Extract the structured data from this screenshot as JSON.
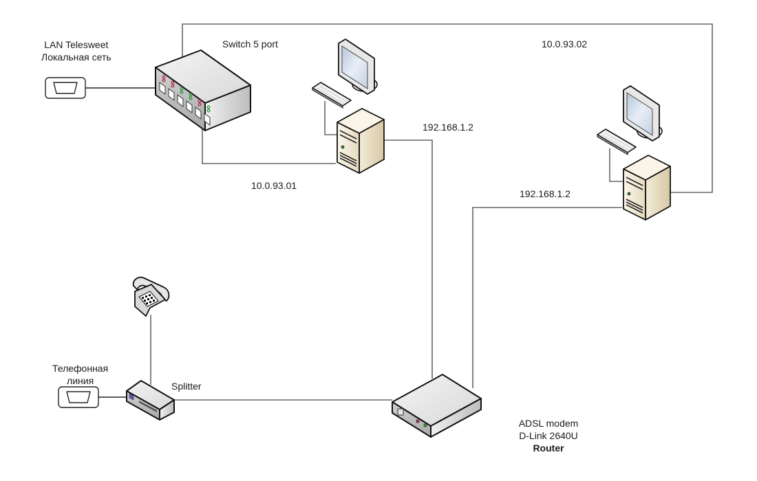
{
  "labels": {
    "lan_line1": "LAN Telesweet",
    "lan_line2": "Локальная сеть",
    "switch": "Switch 5 port",
    "ip_pc2_lan": "10.0.93.02",
    "ip_pc1_wan": "192.168.1.2",
    "ip_pc1_lan": "10.0.93.01",
    "ip_pc2_wan": "192.168.1.2",
    "phone_line1": "Телефонная",
    "phone_line2": "линия",
    "splitter": "Splitter",
    "modem_line1": "ADSL modem",
    "modem_line2": "D-Link 2640U",
    "modem_line3": "Router"
  },
  "nodes": [
    {
      "id": "lan-port",
      "type": "wall-port",
      "label": "LAN Telesweet / Локальная сеть"
    },
    {
      "id": "switch",
      "type": "switch",
      "ports": 5,
      "label": "Switch 5 port"
    },
    {
      "id": "pc1",
      "type": "workstation",
      "ips": [
        "10.0.93.01",
        "192.168.1.2"
      ]
    },
    {
      "id": "pc2",
      "type": "workstation",
      "ips": [
        "10.0.93.02",
        "192.168.1.2"
      ]
    },
    {
      "id": "phone",
      "type": "telephone"
    },
    {
      "id": "phone-port",
      "type": "wall-port",
      "label": "Телефонная линия"
    },
    {
      "id": "splitter",
      "type": "splitter",
      "label": "Splitter"
    },
    {
      "id": "router",
      "type": "adsl-modem",
      "label": "ADSL modem D-Link 2640U Router"
    }
  ],
  "edges": [
    [
      "lan-port",
      "switch"
    ],
    [
      "switch",
      "pc1"
    ],
    [
      "switch",
      "pc2"
    ],
    [
      "pc1",
      "router"
    ],
    [
      "pc2",
      "router"
    ],
    [
      "phone",
      "splitter"
    ],
    [
      "phone-port",
      "splitter"
    ],
    [
      "splitter",
      "router"
    ]
  ],
  "colors": {
    "led_red": "#b0304a",
    "led_green": "#2f9a3a",
    "pc_case": "#e8dcc0",
    "monitor_screen": "#c9d6e6",
    "device_gray": "#dedede",
    "splitter_port": "#5c56b8"
  }
}
